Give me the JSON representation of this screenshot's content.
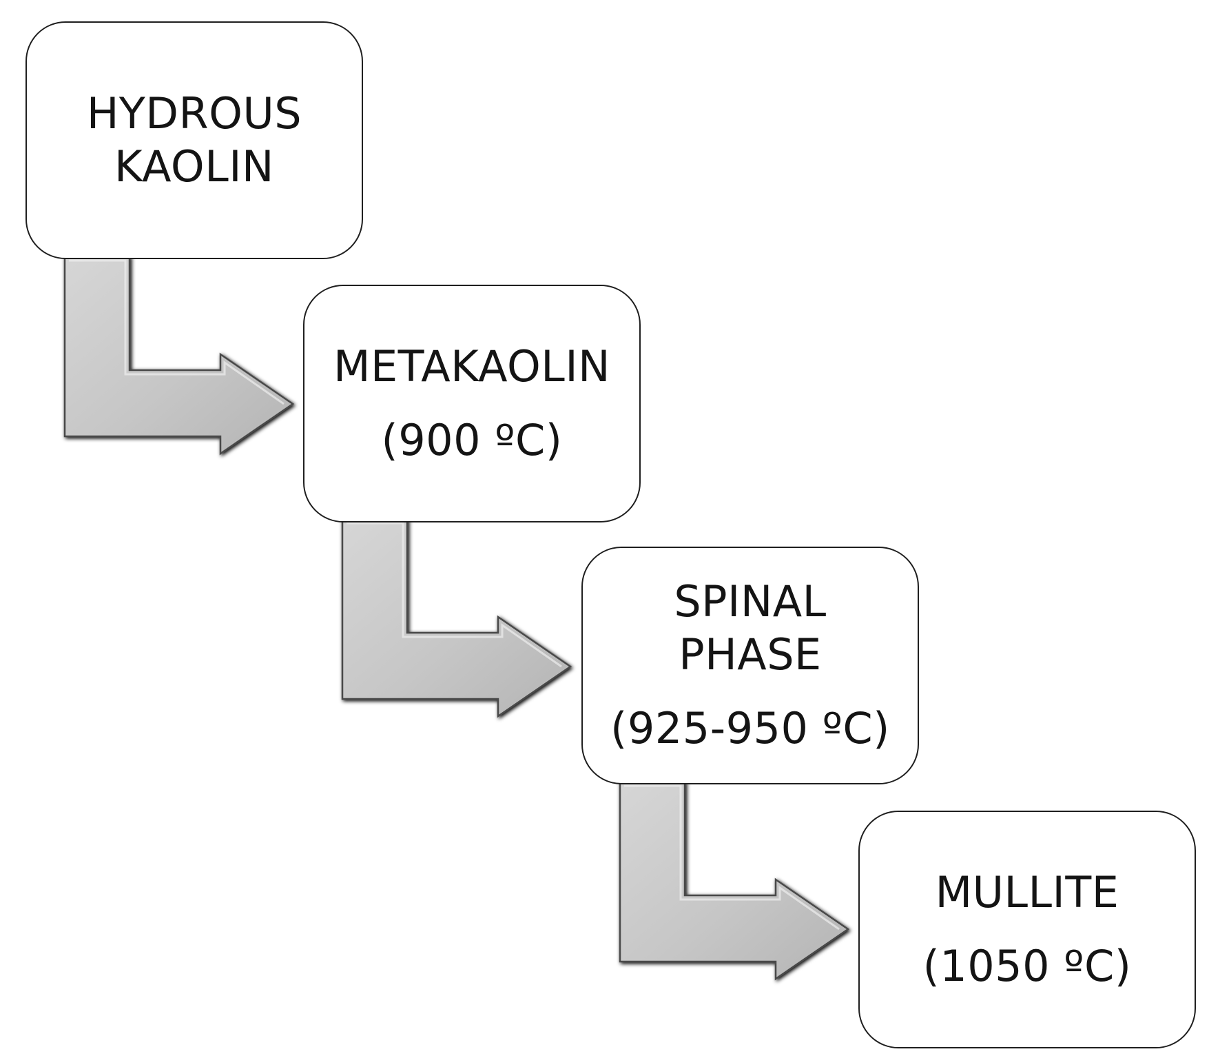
{
  "diagram": {
    "stages": [
      {
        "name": "HYDROUS\nKAOLIN",
        "temperature": ""
      },
      {
        "name": "METAKAOLIN",
        "temperature": "(900 ºC)"
      },
      {
        "name": "SPINAL\nPHASE",
        "temperature": "(925-950 ºC)"
      },
      {
        "name": "MULLITE",
        "temperature": "(1050 ºC)"
      }
    ],
    "connector_count": 3,
    "colors": {
      "box_border": "#1f1f1f",
      "box_fill": "#ffffff",
      "arrow_fill": "#c8c8c8",
      "arrow_stroke": "#4a4a4a",
      "text": "#141414"
    }
  }
}
